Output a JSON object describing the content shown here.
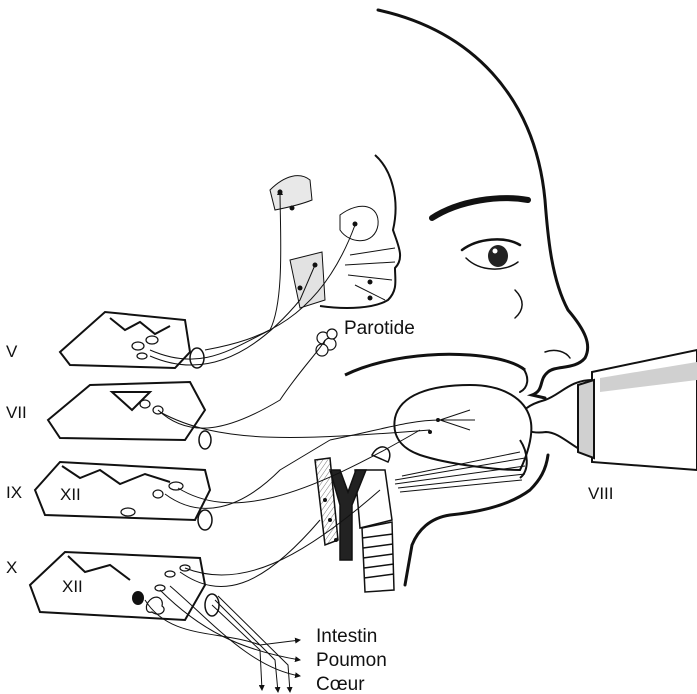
{
  "labels": {
    "nerve_v": "V",
    "nerve_vii": "VII",
    "nerve_ix": "IX",
    "nerve_x": "X",
    "nucleus_xii_upper": "XII",
    "nucleus_xii_lower": "XII",
    "nerve_viii": "VIII",
    "parotid": "Parotide",
    "intestine": "Intestin",
    "lung": "Poumon",
    "heart": "Cœur"
  },
  "colors": {
    "line": "#111111",
    "shade": "#bfbfbf",
    "bottle_shade": "#d0d0d0",
    "background": "#ffffff"
  }
}
